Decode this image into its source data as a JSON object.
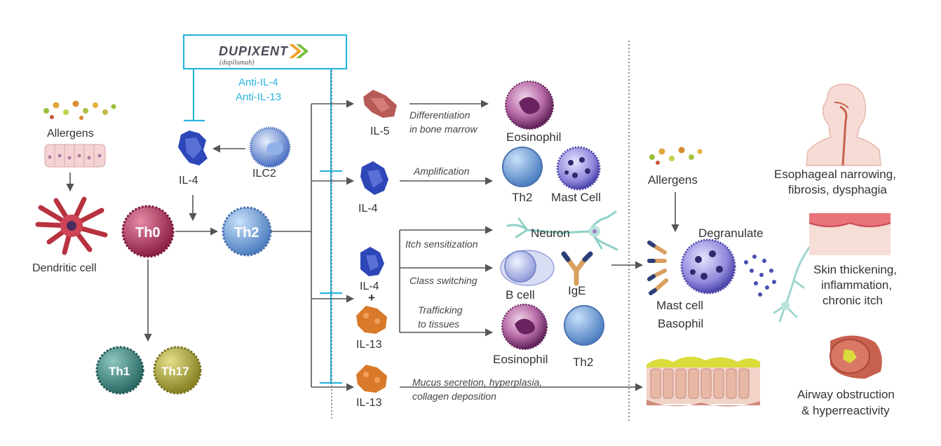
{
  "colors": {
    "inhibitor": "#2bb3e0",
    "th0": "#b23a5e",
    "th2": "#6f9fd6",
    "th1": "#3f8a84",
    "th17": "#a9a53c",
    "il4": "#2e47b8",
    "il13": "#d97a2a",
    "il5": "#b85a57",
    "eosinophil": "#7a2f6e",
    "mast": "#6e63c8"
  },
  "drug": {
    "name": "DUPIXENT",
    "generic": "(dupilumab)",
    "target_1": "Anti-IL-4",
    "target_2": "Anti-IL-13"
  },
  "left": {
    "allergens": "Allergens",
    "dendritic_cell": "Dendritic cell",
    "il4": "IL-4",
    "ilc2": "ILC2",
    "th0": "Th0",
    "th2": "Th2",
    "th1": "Th1",
    "th17": "Th17"
  },
  "middle": {
    "il5": "IL-5",
    "il4_a": "IL-4",
    "il4_b": "IL-4",
    "plus": "+",
    "il13_a": "IL-13",
    "il13_b": "IL-13",
    "differentiation_1": "Differentiation",
    "differentiation_2": "in bone marrow",
    "amplification": "Amplification",
    "itch_sensitization": "Itch sensitization",
    "class_switching": "Class switching",
    "trafficking_1": "Trafficking",
    "trafficking_2": "to tissues",
    "mucus_1": "Mucus secretion, hyperplasia,",
    "mucus_2": "collagen deposition"
  },
  "targets": {
    "eosinophil_top": "Eosinophil",
    "th2_a": "Th2",
    "mast_cell": "Mast Cell",
    "neuron": "Neuron",
    "b_cell": "B cell",
    "ige": "IgE",
    "eosinophil_bottom": "Eosinophil",
    "th2_b": "Th2"
  },
  "right": {
    "allergens": "Allergens",
    "degranulate": "Degranulate",
    "mast_cell": "Mast cell",
    "basophil": "Basophil",
    "eso_1": "Esophageal narrowing,",
    "eso_2": "fibrosis, dysphagia",
    "skin_1": "Skin thickening,",
    "skin_2": "inflammation,",
    "skin_3": "chronic itch",
    "airway_1": "Airway obstruction",
    "airway_2": "& hyperreactivity"
  }
}
